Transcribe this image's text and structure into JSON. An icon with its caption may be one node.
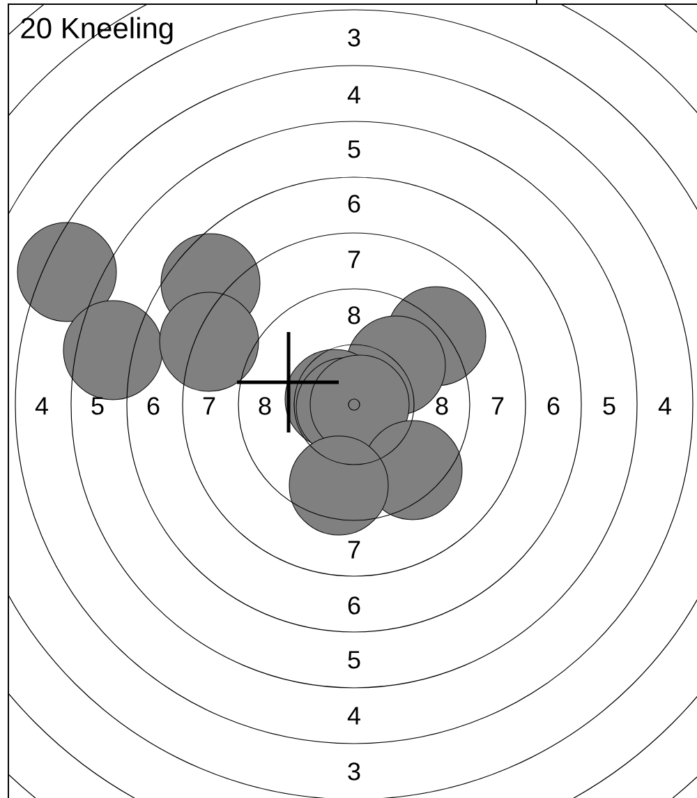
{
  "diagram": {
    "title": "20 Kneeling",
    "labels": [
      "3",
      "4",
      "5",
      "6",
      "7",
      "8",
      "4",
      "5",
      "6",
      "7",
      "8",
      "8",
      "7",
      "6",
      "5",
      "4",
      "7",
      "6",
      "5",
      "4",
      "3"
    ]
  }
}
